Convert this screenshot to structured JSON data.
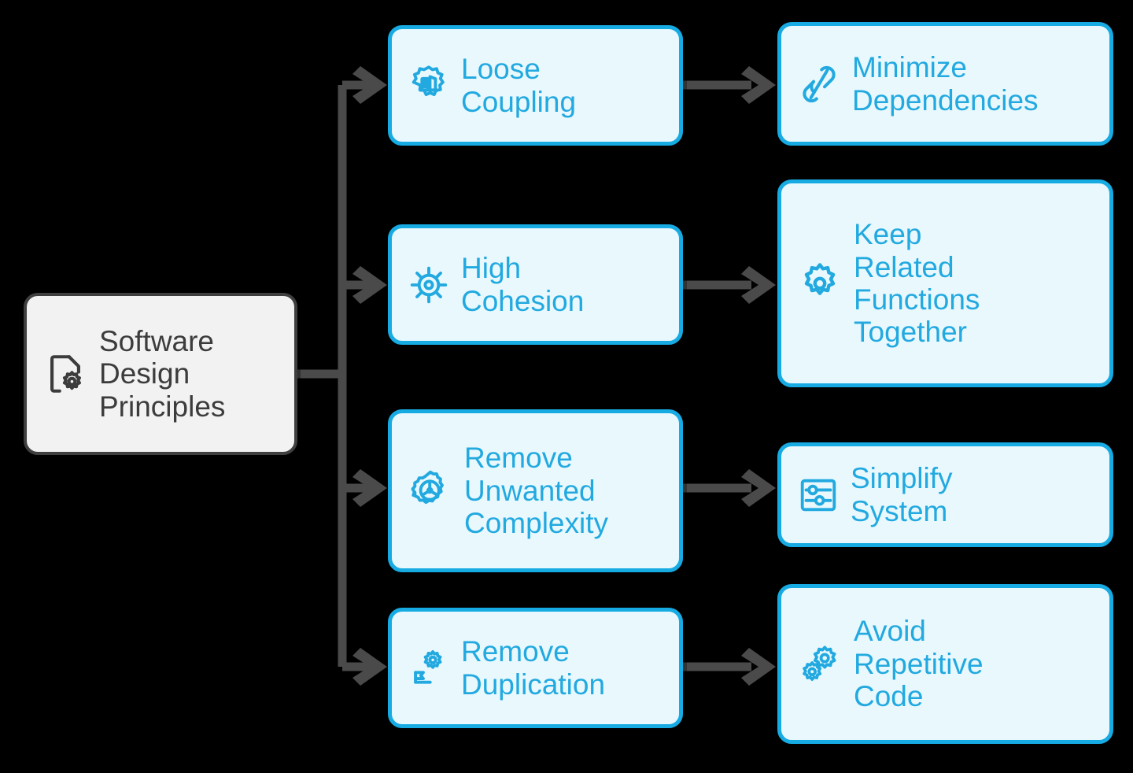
{
  "diagram": {
    "title": "Software Design Principles",
    "type": "tree-flowchart",
    "background_color": "#000000",
    "colors": {
      "root_fill": "#F2F2F2",
      "root_border": "#3F3F3F",
      "root_text": "#3C3C3C",
      "node_fill": "#E8F8FD",
      "node_border": "#17ABE3",
      "node_text": "#22A9E0",
      "connector": "#4A4A4A"
    }
  },
  "root": {
    "label": "Software\nDesign\nPrinciples",
    "icon": "file-gear-icon"
  },
  "branches": [
    {
      "principle": {
        "label": "Loose\nCoupling",
        "icon": "badge-building-icon"
      },
      "outcome": {
        "label": "Minimize\nDependencies",
        "icon": "broken-link-icon"
      }
    },
    {
      "principle": {
        "label": "High\nCohesion",
        "icon": "sunburst-target-icon"
      },
      "outcome": {
        "label": "Keep\nRelated\nFunctions\nTogether",
        "icon": "gear-icon"
      }
    },
    {
      "principle": {
        "label": "Remove\nUnwanted\nComplexity",
        "icon": "gear-fan-icon"
      },
      "outcome": {
        "label": "Simplify\nSystem",
        "icon": "sliders-panel-icon"
      }
    },
    {
      "principle": {
        "label": "Remove\nDuplication",
        "icon": "gear-flag-icon"
      },
      "outcome": {
        "label": "Avoid\nRepetitive\nCode",
        "icon": "double-gear-icon"
      }
    }
  ]
}
